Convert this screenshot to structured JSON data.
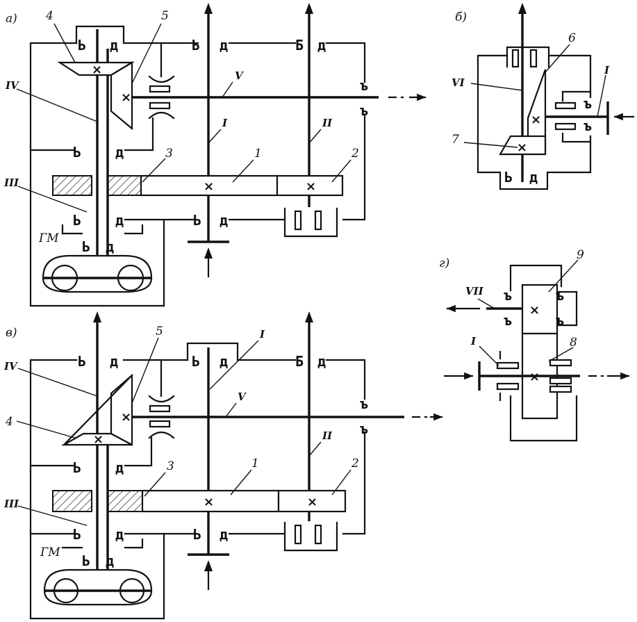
{
  "panels": {
    "a": "а)",
    "b": "б)",
    "v": "в)",
    "g": "г)"
  },
  "labels": {
    "n1": "1",
    "n2": "2",
    "n3": "3",
    "n4": "4",
    "n5": "5",
    "n6": "6",
    "n7": "7",
    "n8": "8",
    "n9": "9",
    "r1": "I",
    "r2": "II",
    "r3": "III",
    "r4": "IV",
    "r5": "V",
    "r6": "VI",
    "r7": "VII",
    "gm": "ГМ"
  }
}
